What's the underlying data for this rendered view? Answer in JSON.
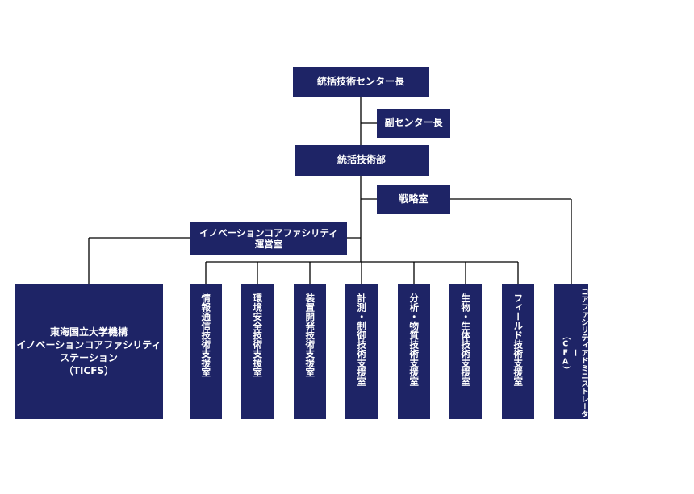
{
  "org_chart": {
    "director": "統括技術センター長",
    "deputy": "副センター長",
    "department": "統括技術部",
    "strategy": "戦略室",
    "innovation_office": {
      "line1": "イノベーションコアファシリティ",
      "line2": "運営室"
    },
    "ticfs": {
      "line1": "東海国立大学機構",
      "line2": "イノベーションコアファシリティ",
      "line3": "ステーション",
      "line4": "（TICFS）"
    },
    "support_rooms": [
      {
        "line1": "情報通信技術支援室"
      },
      {
        "line1": "環境安全技術支援室"
      },
      {
        "line1": "装置開発技術支援室"
      },
      {
        "line1": "計測・制御技術支援室"
      },
      {
        "line1": "分析・物質技術支援室"
      },
      {
        "line1": "生物・生体技術支援室"
      },
      {
        "line1": "フィールド技術支援室"
      }
    ],
    "cfa": {
      "line1": "コアファシリティアドミニストレーター",
      "line2": "（CFA）"
    }
  }
}
